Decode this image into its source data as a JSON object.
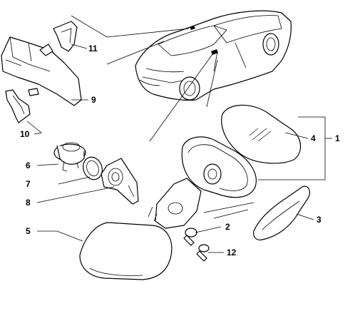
{
  "callouts": [
    {
      "id": "11",
      "label": "11"
    },
    {
      "id": "9",
      "label": "9"
    },
    {
      "id": "10",
      "label": "10"
    },
    {
      "id": "6",
      "label": "6"
    },
    {
      "id": "7",
      "label": "7"
    },
    {
      "id": "8",
      "label": "8"
    },
    {
      "id": "5",
      "label": "5"
    },
    {
      "id": "4",
      "label": "4"
    },
    {
      "id": "1",
      "label": "1"
    },
    {
      "id": "2",
      "label": "2"
    },
    {
      "id": "3",
      "label": "3"
    },
    {
      "id": "12",
      "label": "12"
    }
  ]
}
